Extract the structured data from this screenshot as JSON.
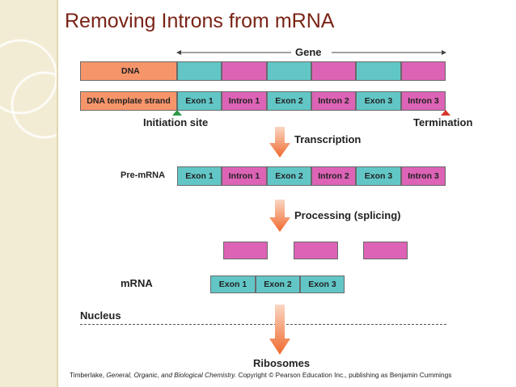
{
  "title": "Removing Introns from mRNA",
  "gene_label": "Gene",
  "dna_label": "DNA",
  "template_strand_label": "DNA template strand",
  "initiation_site": "Initiation site",
  "termination": "Termination",
  "transcription": "Transcription",
  "pre_mrna_label": "Pre-mRNA",
  "processing": "Processing (splicing)",
  "mrna_label": "mRNA",
  "nucleus": "Nucleus",
  "ribosomes": "Ribosomes",
  "segments": [
    "Exon 1",
    "Intron 1",
    "Exon 2",
    "Intron 2",
    "Exon 3",
    "Intron 3"
  ],
  "mrna_segments": [
    "Exon 1",
    "Exon 2",
    "Exon 3"
  ],
  "caption": {
    "prefix": "Timberlake, ",
    "book": "General, Organic, and Biological Chemistry.",
    "suffix": " Copyright © Pearson Education Inc., publishing as Benjamin Cummings"
  },
  "colors": {
    "exon": "#62c6c6",
    "intron": "#dc63b5",
    "dna": "#f7956a",
    "arrow": "#ef6a2e",
    "title": "#7a2416"
  }
}
